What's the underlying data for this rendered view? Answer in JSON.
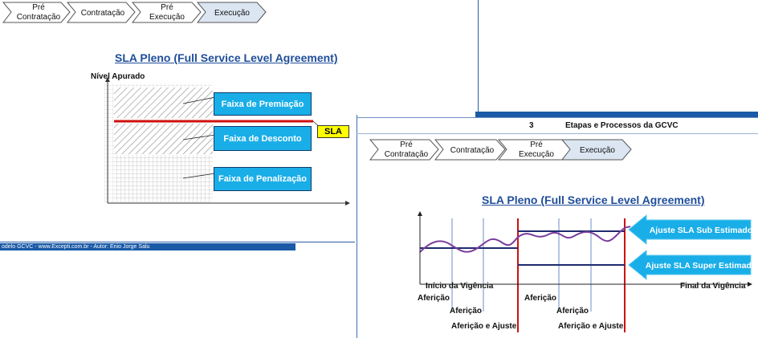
{
  "slide1": {
    "steps": [
      {
        "line1": "Pré",
        "line2": "Contratação"
      },
      {
        "line1": "Contratação",
        "line2": ""
      },
      {
        "line1": "Pré",
        "line2": "Execução"
      },
      {
        "line1": "Execução",
        "line2": ""
      }
    ],
    "title": "SLA Pleno (Full Service Level Agreement)",
    "y_axis_label": "Nível Apurado",
    "bands": {
      "premiacao": "Faixa de Premiação",
      "desconto": "Faixa de Desconto",
      "penalizacao": "Faixa de Penalização"
    },
    "sla_label": "SLA",
    "footer": "odelo GCVC   -   www.Excepti.com.br   -   Autor: Enio Jorge Salu"
  },
  "slide2": {
    "header_number": "3",
    "header_title": "Etapas e Processos da GCVC",
    "steps": [
      {
        "line1": "Pré",
        "line2": "Contratação"
      },
      {
        "line1": "Contratação",
        "line2": ""
      },
      {
        "line1": "Pré",
        "line2": "Execução"
      },
      {
        "line1": "Execução",
        "line2": ""
      }
    ],
    "title": "SLA Pleno (Full Service Level Agreement)",
    "ajuste_sub": "Ajuste SLA Sub Estimado",
    "ajuste_super": "Ajuste SLA Super Estimado",
    "inicio": "Início da Vigência",
    "final": "Final da Vigência",
    "afericao_1": "Aferição",
    "afericao_2": "Aferição",
    "afericao_ajuste_1": "Aferição e Ajuste",
    "afericao_3": "Aferição",
    "afericao_4": "Aferição",
    "afericao_ajuste_2": "Aferição e Ajuste"
  },
  "colors": {
    "accent_blue": "#19aee8",
    "title_blue": "#1f4e9a",
    "footer_blue": "#1a5aa6",
    "sla_red": "#d01010",
    "sla_yellow": "#ffff00",
    "wave_purple": "#7a3e9e",
    "level_navy": "#1f2a6e"
  }
}
